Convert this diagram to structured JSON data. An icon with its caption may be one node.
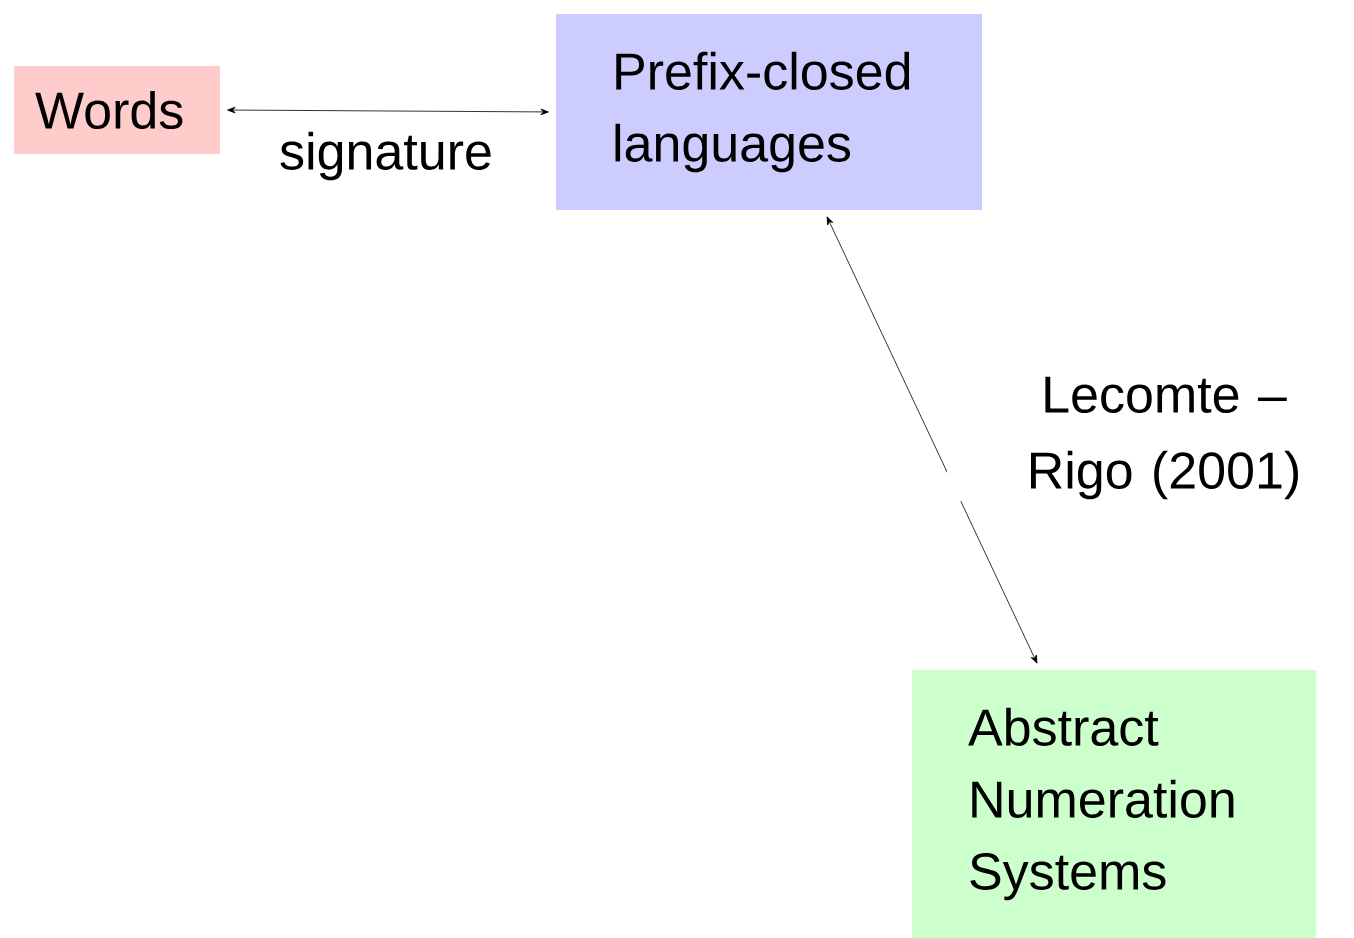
{
  "diagram": {
    "nodes": [
      {
        "text": [
          "Words"
        ]
      },
      {
        "text": [
          "Prefix-closed languages"
        ]
      },
      {
        "text": [
          "Abstract Numeration Systems"
        ]
      }
    ],
    "edges": [
      {
        "from": 0,
        "to": 1,
        "arrow": "both",
        "label": "signature"
      },
      {
        "from": 1,
        "to": 2,
        "arrow": "both",
        "label": "Lecomte – Rigo (2001)"
      }
    ]
  }
}
